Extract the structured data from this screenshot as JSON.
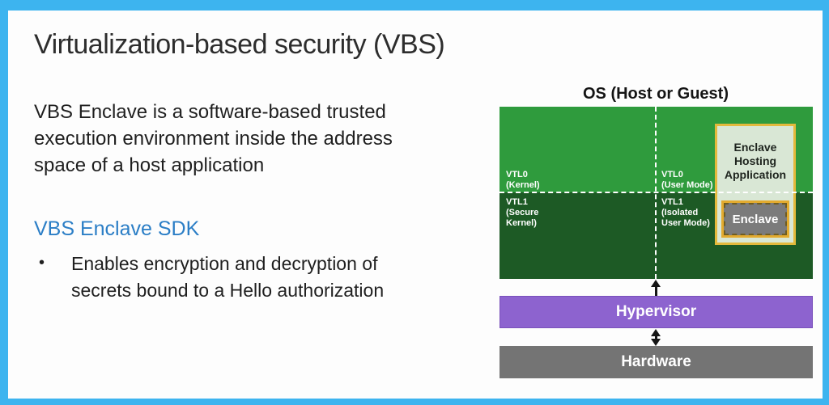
{
  "slide": {
    "title": "Virtualization-based security (VBS)",
    "intro": "VBS Enclave is a software-based trusted\nexecution environment inside the address\nspace of a host application",
    "sdk_heading": "VBS Enclave SDK",
    "bullet_marker": "•",
    "bullet_text": "Enables encryption and decryption of\nsecrets bound to a Hello authorization"
  },
  "diagram": {
    "os_title": "OS (Host or Guest)",
    "quadrants": [
      {
        "id": "vtl0-kernel",
        "label": "VTL0\n(Kernel)"
      },
      {
        "id": "vtl0-user-mode",
        "label": "VTL0\n(User Mode)"
      },
      {
        "id": "vtl1-secure-kernel",
        "label": "VTL1\n(Secure\nKernel)"
      },
      {
        "id": "vtl1-isolated-user-mode",
        "label": "VTL1\n(Isolated\nUser Mode)"
      }
    ],
    "hosting_app_label": "Enclave\nHosting\nApplication",
    "enclave_label": "Enclave",
    "hypervisor_label": "Hypervisor",
    "hardware_label": "Hardware",
    "colors": {
      "slide_border_blue": "#3db4ef",
      "vtl0_green": "#2f9b3d",
      "vtl1_green": "#1d5a25",
      "hypervisor_purple": "#8d63cf",
      "hardware_gray": "#747474",
      "gold_border": "#e3b93c",
      "hosting_fill": "#d9e7d5",
      "enclave_gray": "#7b7b7b",
      "sdk_heading_blue": "#2b7ec6"
    }
  }
}
